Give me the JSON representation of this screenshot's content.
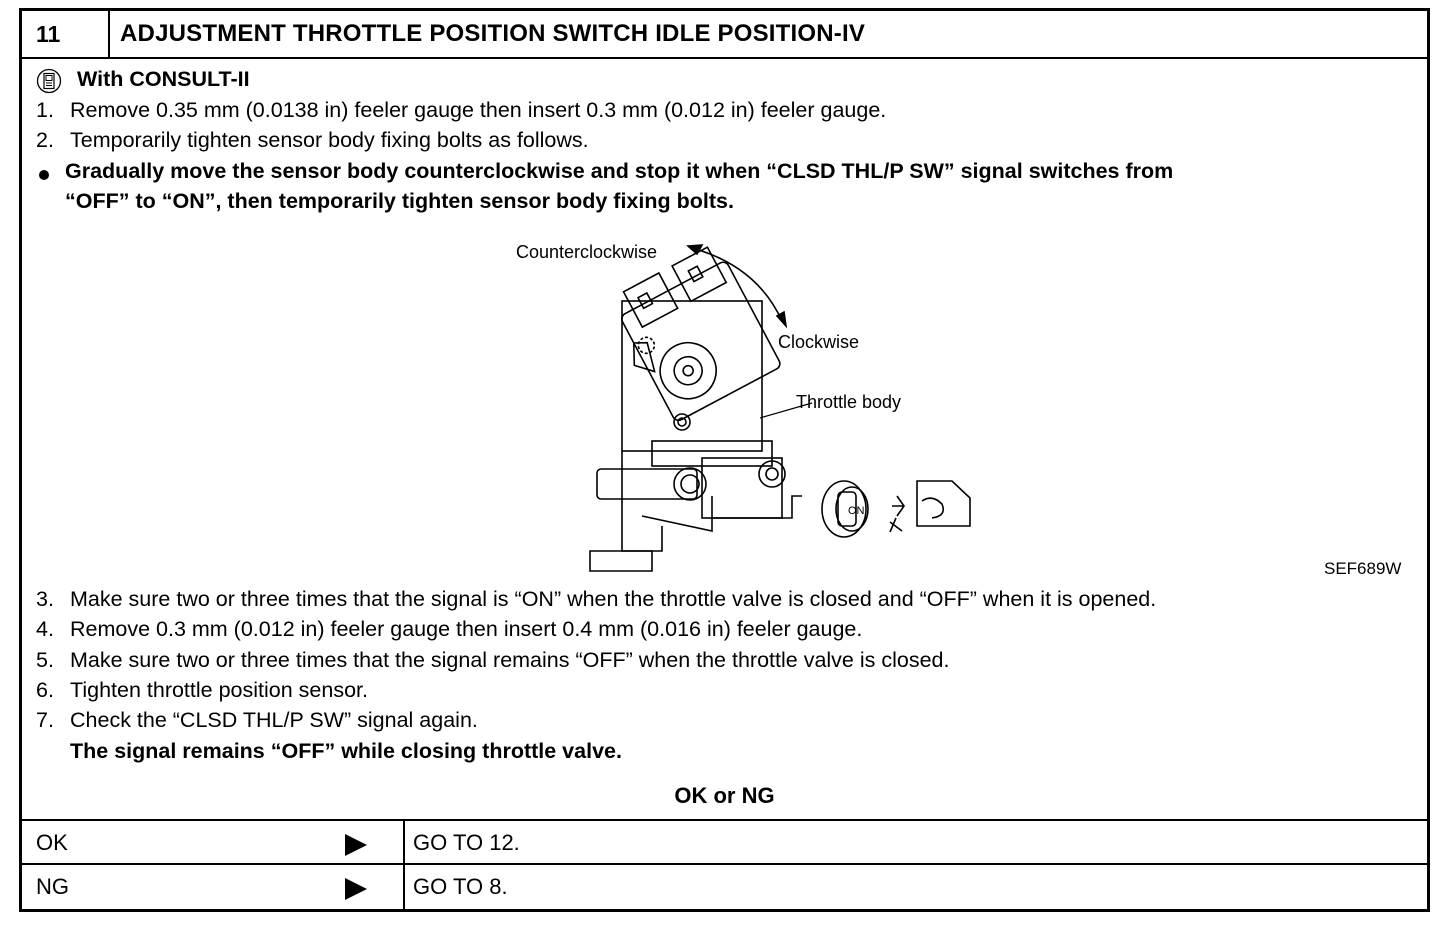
{
  "header": {
    "step_number": "11",
    "title": "ADJUSTMENT THROTTLE POSITION SWITCH IDLE POSITION-IV"
  },
  "consult_heading": "With CONSULT-II",
  "steps_before": [
    {
      "num": "1.",
      "text": "Remove 0.35 mm (0.0138 in) feeler gauge then insert 0.3 mm (0.012 in) feeler gauge."
    },
    {
      "num": "2.",
      "text": "Temporarily tighten sensor body fixing bolts as follows."
    }
  ],
  "bullet": {
    "line1": "Gradually move the sensor body counterclockwise and stop it when “CLSD THL/P SW” signal switches from",
    "line2": "“OFF” to “ON”, then temporarily tighten sensor body fixing bolts."
  },
  "figure": {
    "label_counterclockwise": "Counterclockwise",
    "label_clockwise": "Clockwise",
    "label_throttle_body": "Throttle  body",
    "key_text": "ON",
    "code": "SEF689W"
  },
  "steps_after": [
    {
      "num": "3.",
      "text": "Make sure two or three times that the signal is “ON” when the throttle valve is closed and “OFF” when it is opened."
    },
    {
      "num": "4.",
      "text": "Remove 0.3 mm (0.012 in) feeler gauge then insert 0.4 mm (0.016 in) feeler gauge."
    },
    {
      "num": "5.",
      "text": "Make sure two or three times that the signal remains “OFF” when the throttle valve is closed."
    },
    {
      "num": "6.",
      "text": "Tighten throttle position sensor."
    },
    {
      "num": "7.",
      "text": "Check the “CLSD THL/P SW” signal again."
    }
  ],
  "step7_result": "The signal remains “OFF” while closing throttle valve.",
  "ok_ng_heading": "OK or NG",
  "results": [
    {
      "label": "OK",
      "goto": "GO TO 12."
    },
    {
      "label": "NG",
      "goto": "GO TO 8."
    }
  ]
}
